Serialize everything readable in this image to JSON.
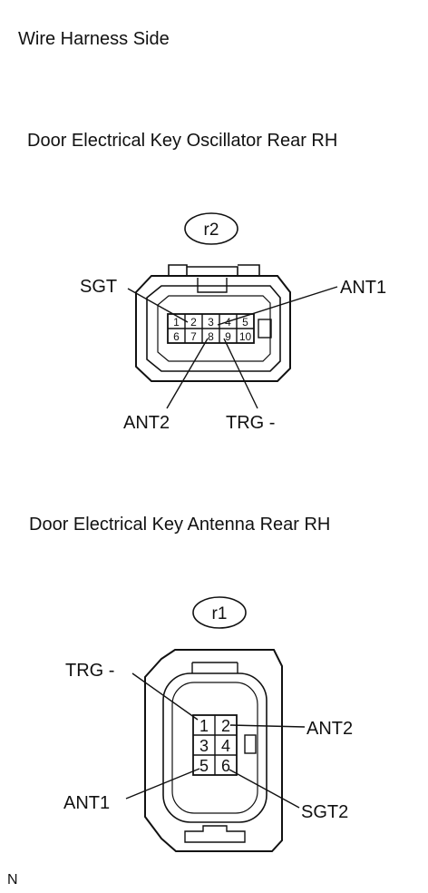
{
  "header": {
    "title": "Wire Harness Side"
  },
  "connector_r2": {
    "name": "Door Electrical Key Oscillator Rear RH",
    "code": "r2",
    "pins": [
      "1",
      "2",
      "3",
      "4",
      "5",
      "6",
      "7",
      "8",
      "9",
      "10"
    ],
    "labels": {
      "sgt": "SGT",
      "ant1": "ANT1",
      "ant2": "ANT2",
      "trg": "TRG -"
    }
  },
  "connector_r1": {
    "name": "Door Electrical Key Antenna Rear RH",
    "code": "r1",
    "pins": [
      "1",
      "2",
      "3",
      "4",
      "5",
      "6"
    ],
    "labels": {
      "trg": "TRG -",
      "ant2": "ANT2",
      "ant1": "ANT1",
      "sgt2": "SGT2"
    }
  },
  "footer": {
    "mark": "N"
  }
}
